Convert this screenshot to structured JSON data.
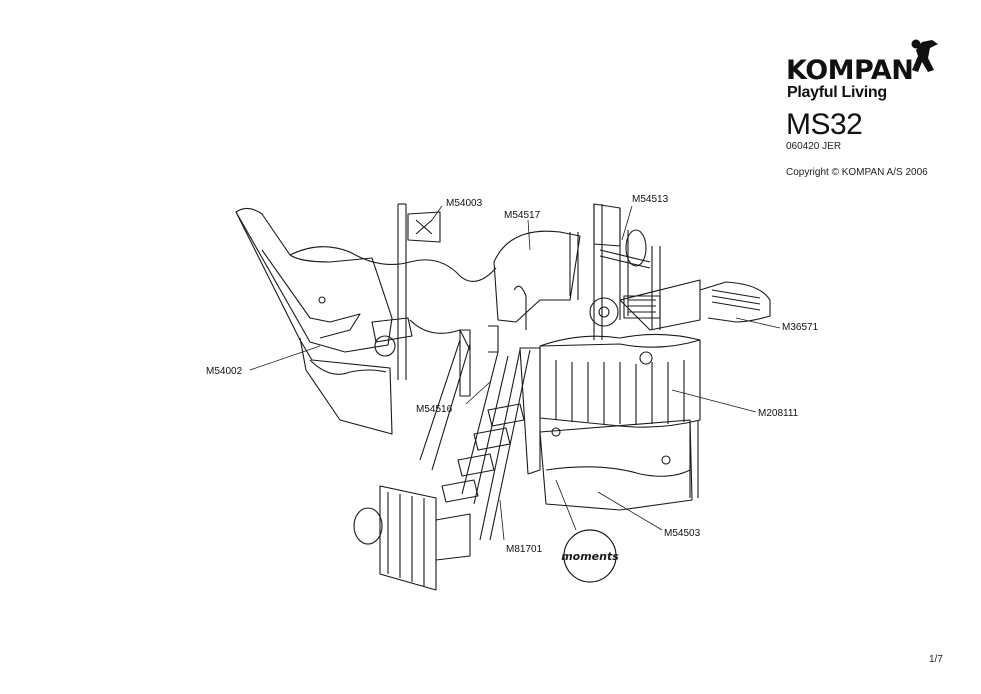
{
  "brand": {
    "name": "KOMPAN",
    "tagline": "Playful Living"
  },
  "sheet": {
    "model": "MS32",
    "code": "060420 JER",
    "copyright": "Copyright © KOMPAN A/S 2006",
    "page": "1/7"
  },
  "callouts": {
    "m54003": "M54003",
    "m54517": "M54517",
    "m54513": "M54513",
    "m36571": "M36571",
    "m54002": "M54002",
    "m54516": "M54516",
    "m208111": "M208111",
    "m54503": "M54503",
    "m81701": "M81701"
  },
  "stamp": "moments",
  "colors": {
    "line": "#1a1a1a",
    "fill": "#ffffff"
  }
}
